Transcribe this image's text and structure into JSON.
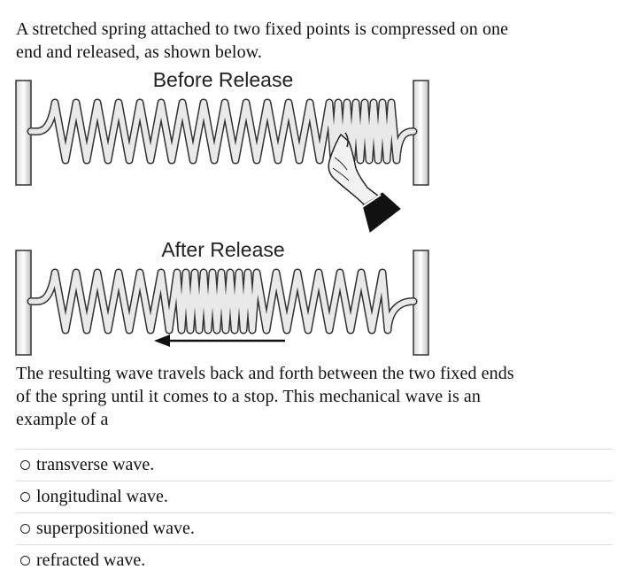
{
  "question": {
    "intro": "A stretched spring attached to two fixed points is compressed on one end and released, as shown below.",
    "conclusion": "The resulting wave travels back and forth between the two fixed ends of the spring until it comes to a stop.  This mechanical wave is an example of a"
  },
  "figure": {
    "before_label": "Before Release",
    "after_label": "After Release"
  },
  "options": [
    {
      "label": "transverse wave."
    },
    {
      "label": "longitudinal wave."
    },
    {
      "label": "superpositioned wave."
    },
    {
      "label": "refracted wave."
    }
  ]
}
